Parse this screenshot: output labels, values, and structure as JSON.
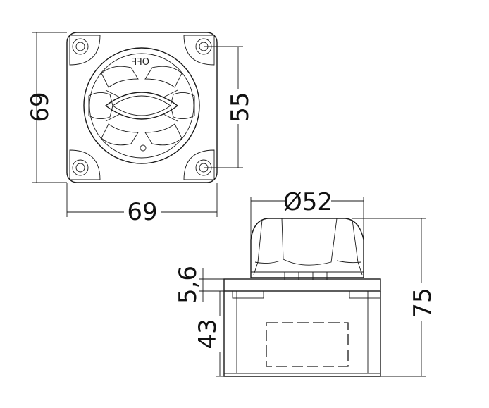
{
  "dimensions": {
    "top_height": "69",
    "top_width": "69",
    "hole_spacing": "55",
    "knob_diameter": "Ø52",
    "flange_thickness": "5,6",
    "base_height": "43",
    "overall_height": "75"
  },
  "knob_label": "OFF"
}
